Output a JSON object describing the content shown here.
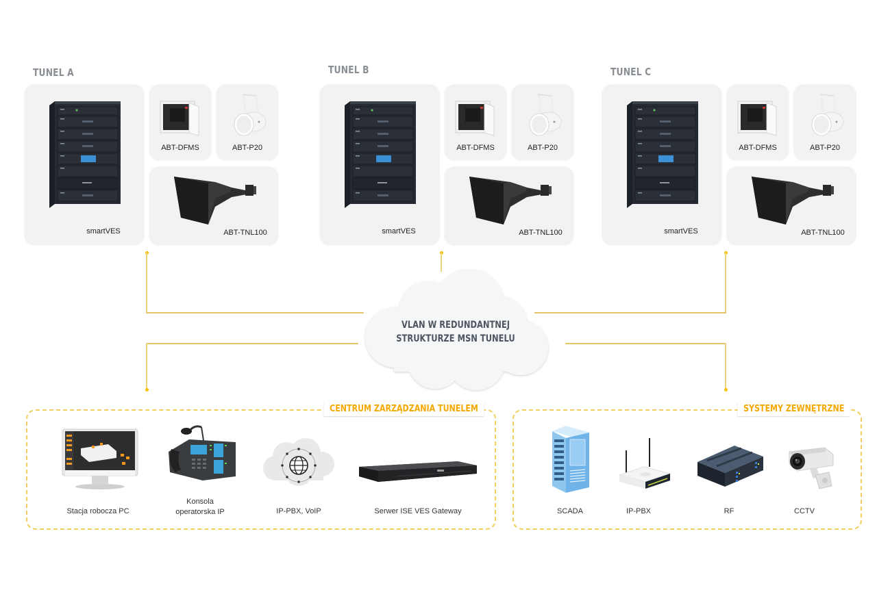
{
  "tunnels": [
    {
      "title": "TUNEL A",
      "rack": "smartVES",
      "dfms": "ABT-DFMS",
      "p20": "ABT-P20",
      "tnl": "ABT-TNL100"
    },
    {
      "title": "TUNEL B",
      "rack": "smartVES",
      "dfms": "ABT-DFMS",
      "p20": "ABT-P20",
      "tnl": "ABT-TNL100"
    },
    {
      "title": "TUNEL C",
      "rack": "smartVES",
      "dfms": "ABT-DFMS",
      "p20": "ABT-P20",
      "tnl": "ABT-TNL100"
    }
  ],
  "cloud": {
    "line1": "VLAN W REDUNDANTNEJ",
    "line2": "STRUKTURZE MSN TUNELU"
  },
  "management": {
    "title": "CENTRUM ZARZĄDZANIA TUNELEM",
    "devices": [
      {
        "label": "Stacja robocza PC",
        "icon": "workstation-icon"
      },
      {
        "label": "Konsola operatorska IP",
        "line1": "Konsola",
        "line2": "operatorska IP",
        "icon": "ip-phone-console-icon"
      },
      {
        "label": "IP-PBX, VoIP",
        "icon": "voip-cloud-icon"
      },
      {
        "label": "Serwer ISE VES Gateway",
        "icon": "rack-server-icon"
      }
    ]
  },
  "external": {
    "title": "SYSTEMY ZEWNĘTRZNE",
    "devices": [
      {
        "label": "SCADA",
        "icon": "server-tower-icon"
      },
      {
        "label": "IP-PBX",
        "icon": "router-icon"
      },
      {
        "label": "RF",
        "icon": "rf-unit-icon"
      },
      {
        "label": "CCTV",
        "icon": "cctv-camera-icon"
      }
    ]
  },
  "colors": {
    "accent": "#f5a900",
    "line": "#e5c56a",
    "card": "#f2f2f2",
    "title": "#8a8f96"
  }
}
